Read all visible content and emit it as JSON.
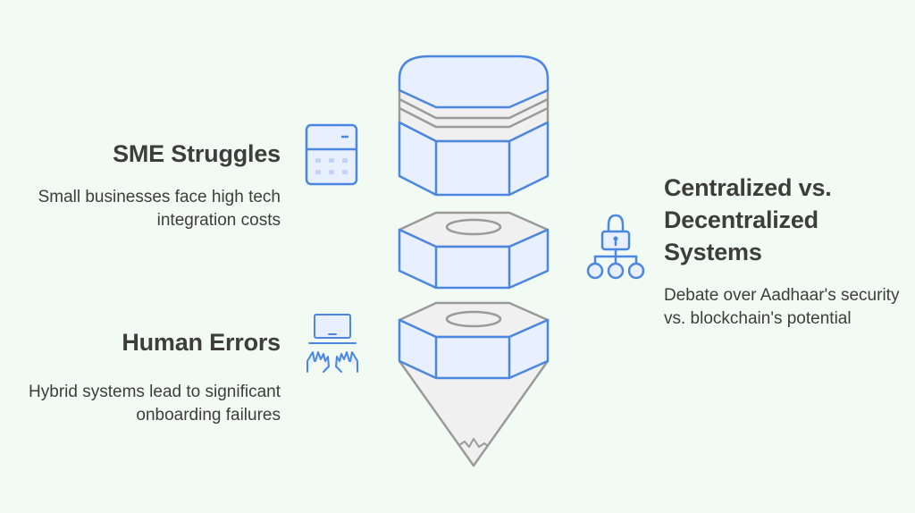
{
  "items": [
    {
      "title": "SME Struggles",
      "description": "Small businesses face high tech integration costs",
      "icon": "calculator-icon"
    },
    {
      "title": "Human Errors",
      "description": "Hybrid systems lead to significant onboarding failures",
      "icon": "laptop-hands-icon"
    },
    {
      "title": "Centralized vs. Decentralized Systems",
      "description": "Debate over Aadhaar's security vs. blockchain's potential",
      "icon": "lock-network-icon"
    }
  ],
  "colors": {
    "background": "#f1fbf3",
    "accent_blue": "#4b87e0",
    "fill_blue": "#e8efff",
    "gray_stroke": "#9a9a9a",
    "fill_gray": "#f0f0f0",
    "text": "#3d3d3d"
  }
}
